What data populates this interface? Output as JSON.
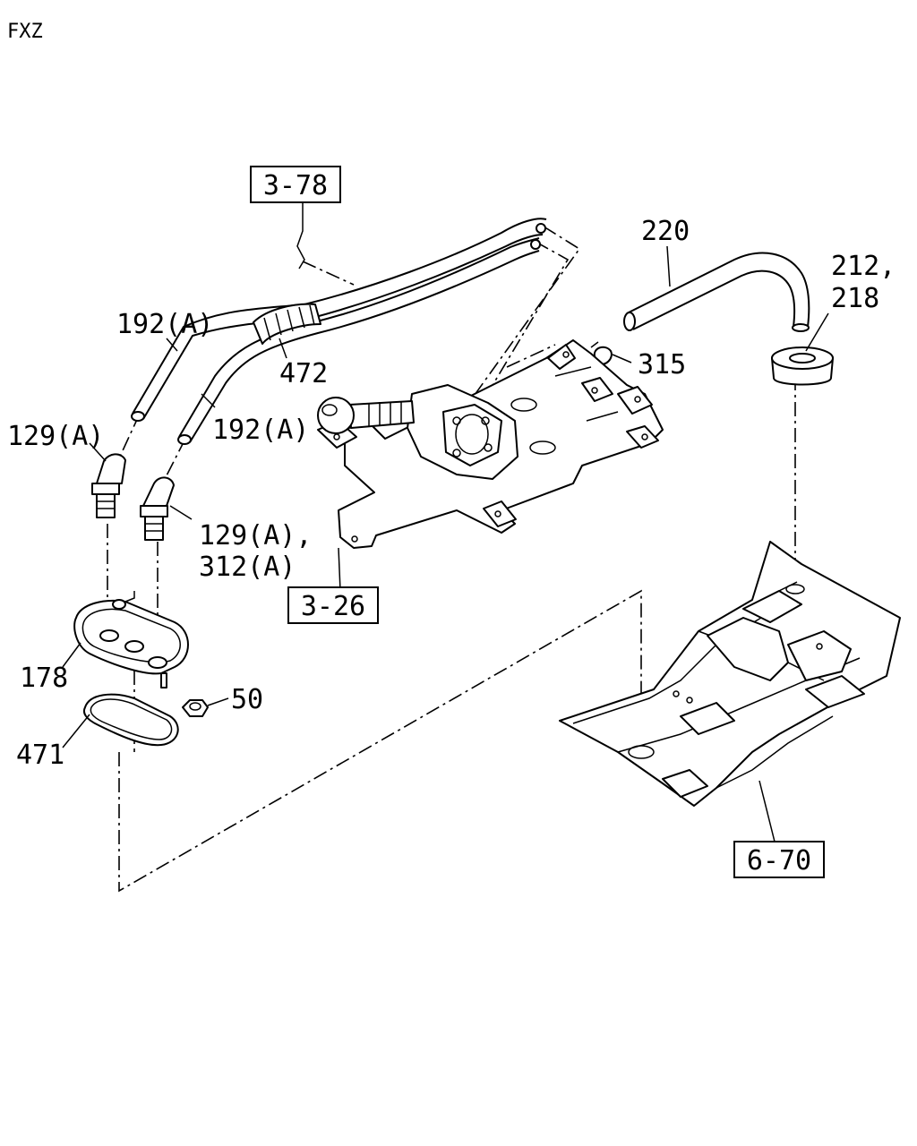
{
  "model_code": "FXZ",
  "callouts": {
    "ref_3_78": "3-78",
    "ref_3_26": "3-26",
    "ref_6_70": "6-70",
    "p192a_upper": "192(A)",
    "p192a_lower": "192(A)",
    "p472": "472",
    "p129a_left": "129(A)",
    "p129a_right": "129(A),",
    "p312a": "312(A)",
    "p178": "178",
    "p471": "471",
    "p50": "50",
    "p220": "220",
    "p212": "212,",
    "p218": "218",
    "p315": "315"
  }
}
